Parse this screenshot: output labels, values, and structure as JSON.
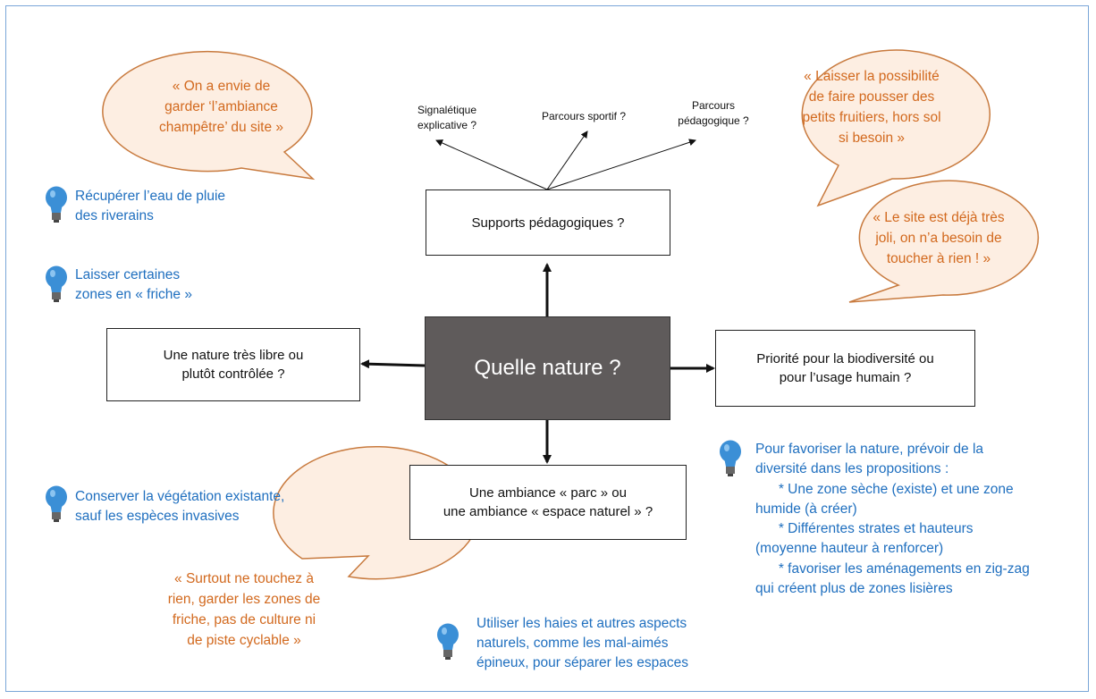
{
  "center": "Quelle nature ?",
  "boxes": {
    "top": "Supports pédagogiques ?",
    "left": "Une nature très libre ou\nplutôt contrôlée ?",
    "right": "Priorité pour la biodiversité ou\npour l’usage humain ?",
    "bottom": "Une ambiance « parc » ou\nune ambiance « espace naturel » ?"
  },
  "sub_options": {
    "signaletique": "Signalétique\nexplicative ?",
    "sportif": "Parcours sportif ?",
    "pedagogique": "Parcours\npédagogique ?"
  },
  "quotes": {
    "ambiance": "« On a envie de\ngarder ‘l’ambiance\nchampêtre’ du site »",
    "fruitiers": "« Laisser la possibilité\nde faire pousser des\npetits fruitiers, hors sol\nsi besoin »",
    "joli": "« Le site est déjà très\njoli, on n’a besoin de\ntoucher à rien ! »",
    "surtout": "« Surtout ne touchez à\nrien, garder les zones de\nfriche, pas de culture ni\nde piste cyclable »"
  },
  "ideas": {
    "pluie": "Récupérer l’eau de pluie\ndes riverains",
    "friche": "Laisser certaines\nzones en « friche »",
    "vegetation": "Conserver la végétation existante,\nsauf les espèces invasives",
    "diversite": "Pour favoriser la nature, prévoir de la\ndiversité dans les propositions :\n      * Une zone sèche (existe) et une zone\nhumide (à créer)\n      * Différentes strates et hauteurs\n(moyenne hauteur à renforcer)\n      * favoriser les aménagements en zig-zag\nqui créent plus de zones lisières",
    "haies": "Utiliser les haies et autres aspects\nnaturels, comme les mal-aimés\népineux, pour séparer les espaces"
  },
  "colors": {
    "quote": "#d2691e",
    "idea": "#1f6fbf",
    "center_fill": "#5f5b5b",
    "bubble_fill": "#fdeee2",
    "bulb": "#3b8fd6"
  },
  "icons": {
    "idea": "lightbulb-icon"
  }
}
